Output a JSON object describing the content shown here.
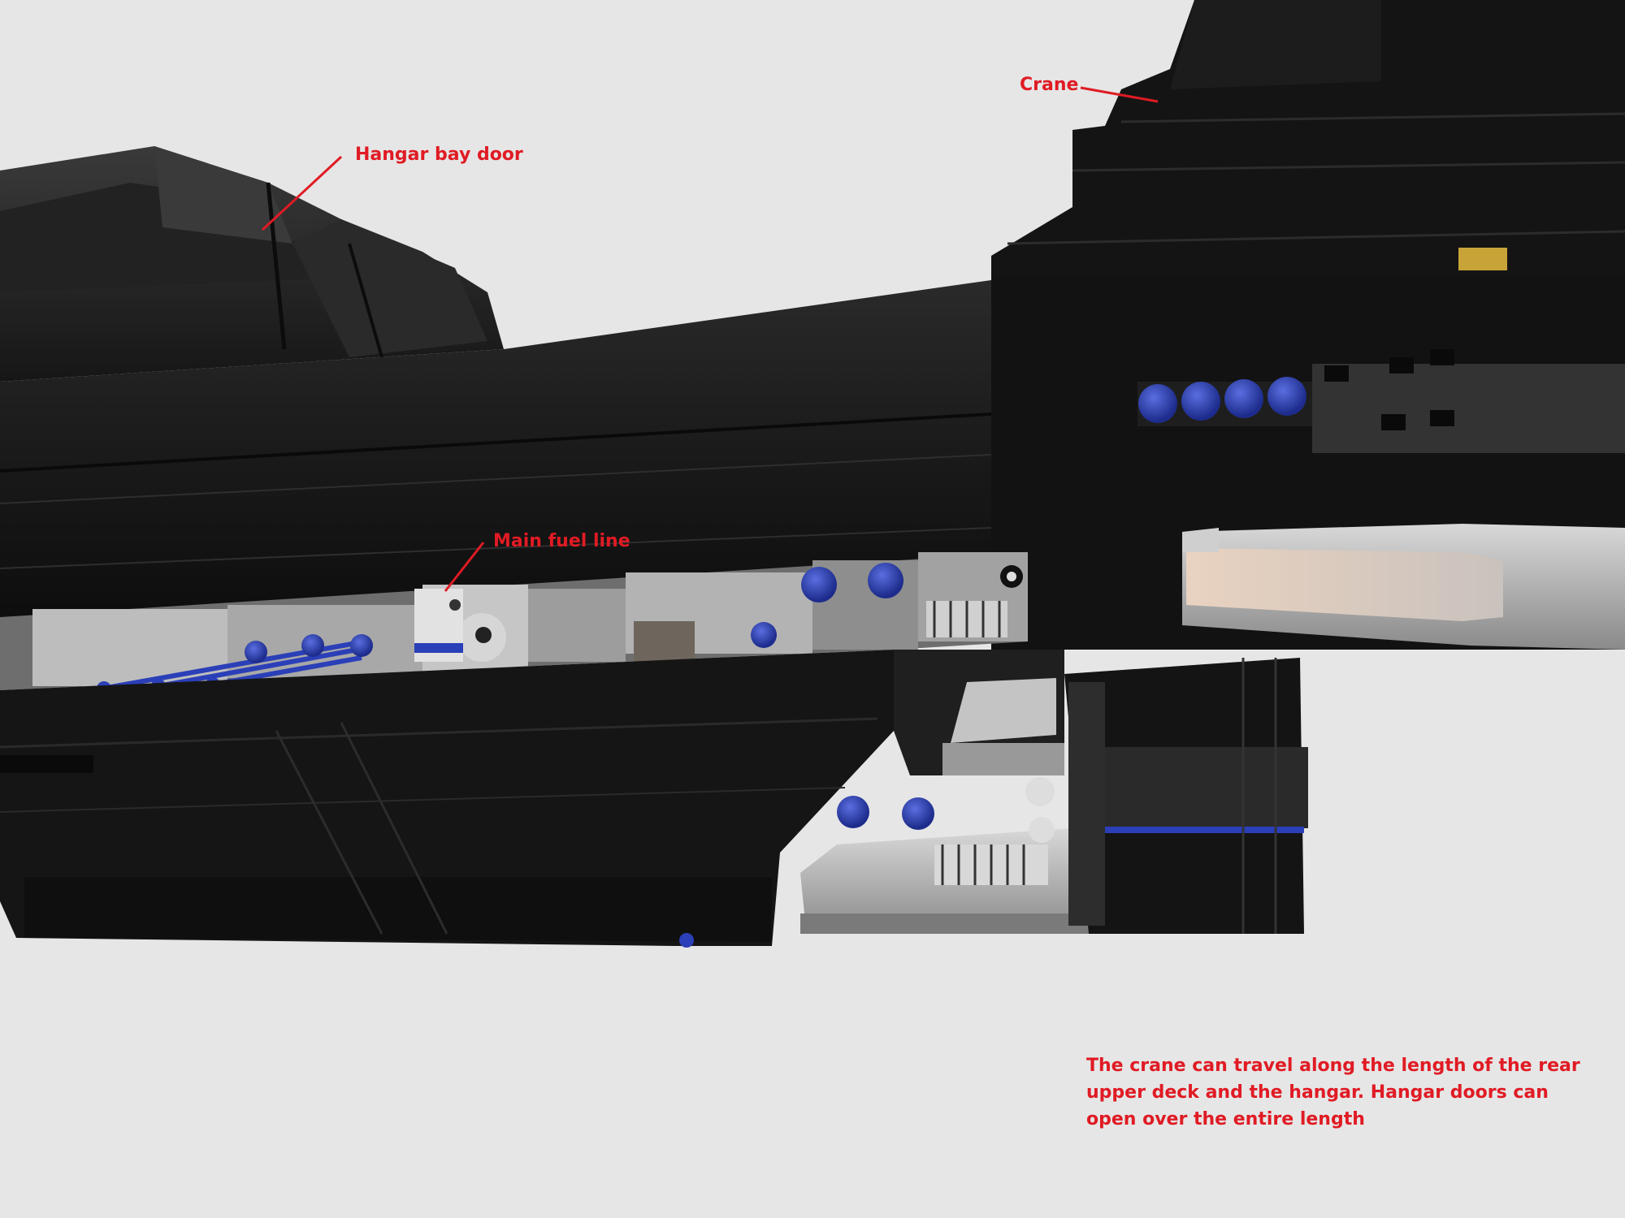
{
  "annotations": {
    "crane": "Crane",
    "hangar_bay_door": "Hangar bay door",
    "main_fuel_line": "Main fuel line"
  },
  "caption": {
    "line1": "The crane can travel along the length of the rear",
    "line2": "upper deck and the hangar. Hangar doors can",
    "line3": "open over the entire length"
  },
  "colors": {
    "annotation": "#e01b24",
    "background": "#e6e6e6",
    "hull": "#141414",
    "accent_blue": "#2b3fb8"
  }
}
